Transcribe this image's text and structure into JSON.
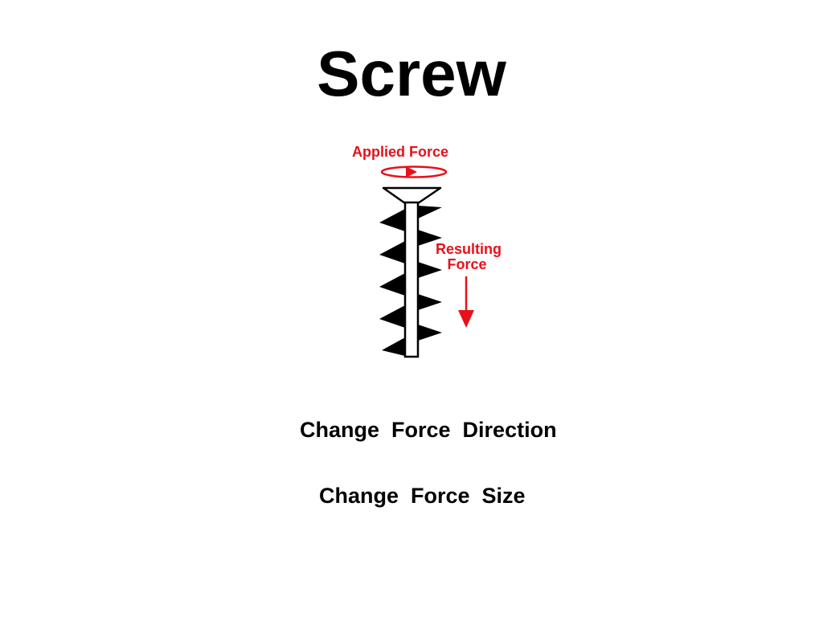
{
  "slide": {
    "title": "Screw",
    "captions": [
      "Change  Force  Direction",
      "Change  Force  Size"
    ]
  },
  "diagram": {
    "applied_force_label": "Applied Force",
    "resulting_force_label_line1": "Resulting",
    "resulting_force_label_line2": "Force",
    "colors": {
      "force": "#e8101a",
      "screw": "#000000"
    }
  }
}
